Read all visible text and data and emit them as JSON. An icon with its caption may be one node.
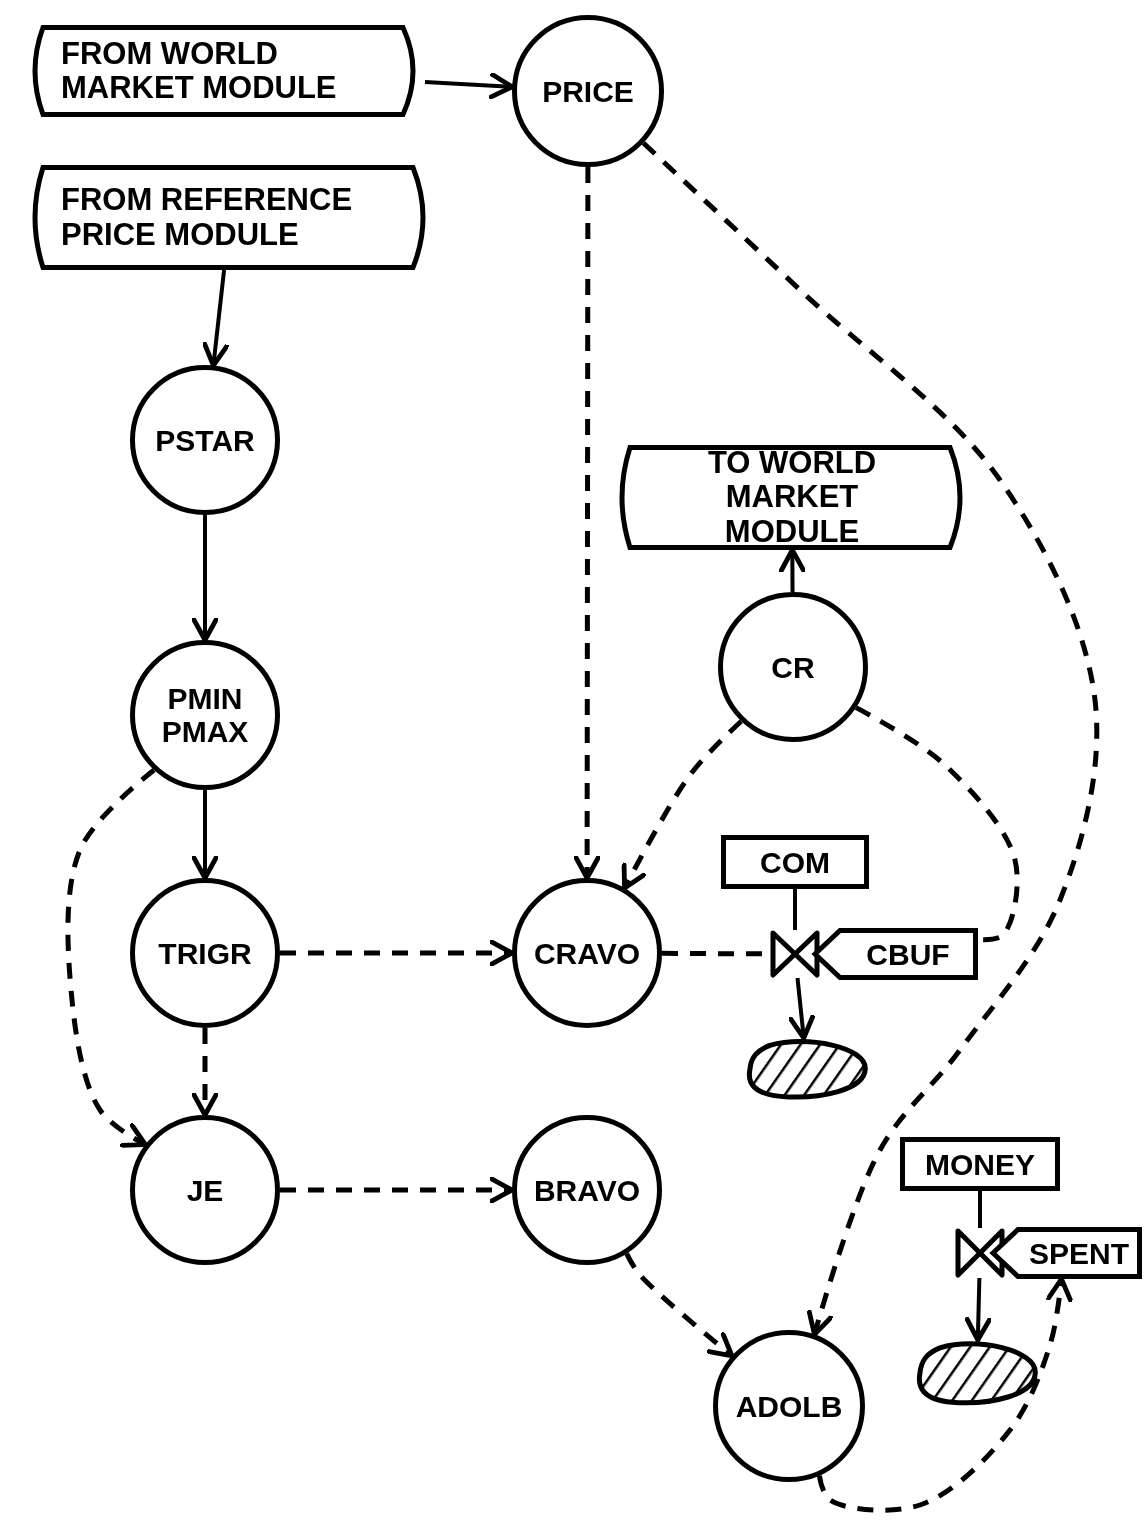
{
  "diagram": {
    "nodes": [
      {
        "text": [
          "FROM WORLD MARKET MODULE"
        ]
      },
      {
        "text": [
          "PRICE"
        ]
      },
      {
        "text": [
          "FROM REFERENCE PRICE MODULE"
        ]
      },
      {
        "text": [
          "PSTAR"
        ]
      },
      {
        "text": [
          "TO WORLD MARKET MODULE"
        ]
      },
      {
        "text": [
          "CR"
        ]
      },
      {
        "text": [
          "PMIN PMAX"
        ]
      },
      {
        "text": [
          "COM"
        ]
      },
      {
        "text": [
          "TRIGR"
        ]
      },
      {
        "text": [
          "CRAVO"
        ]
      },
      {
        "text": [],
        "shape": "valve"
      },
      {
        "text": [
          "CBUF"
        ]
      },
      {
        "text": [],
        "shape": "cloud"
      },
      {
        "text": [
          "JE"
        ]
      },
      {
        "text": [
          "BRAVO"
        ]
      },
      {
        "text": [
          "MONEY"
        ]
      },
      {
        "text": [],
        "shape": "valve"
      },
      {
        "text": [
          "SPENT"
        ]
      },
      {
        "text": [],
        "shape": "cloud"
      },
      {
        "text": [
          "ADOLB"
        ]
      }
    ],
    "edges": [
      {
        "from": 0,
        "to": 1,
        "arrow": "to"
      },
      {
        "from": 2,
        "to": 3,
        "arrow": "to"
      },
      {
        "from": 3,
        "to": 6,
        "arrow": "to"
      },
      {
        "from": 6,
        "to": 8,
        "arrow": "to"
      },
      {
        "from": 6,
        "to": 13,
        "arrow": "to",
        "style": "dashed"
      },
      {
        "from": 8,
        "to": 13,
        "arrow": "to",
        "style": "dashed"
      },
      {
        "from": 8,
        "to": 9,
        "arrow": "to",
        "style": "dashed"
      },
      {
        "from": 1,
        "to": 9,
        "arrow": "to",
        "style": "dashed"
      },
      {
        "from": 5,
        "to": 9,
        "arrow": "to",
        "style": "dashed"
      },
      {
        "from": 5,
        "to": 4,
        "arrow": "to"
      },
      {
        "from": 1,
        "to": 19,
        "arrow": "to",
        "style": "dashed"
      },
      {
        "from": 9,
        "to": 10,
        "arrow": "none",
        "style": "dashed"
      },
      {
        "from": 5,
        "to": 11,
        "arrow": "none",
        "style": "dashed"
      },
      {
        "from": 7,
        "to": 10,
        "arrow": "none"
      },
      {
        "from": 10,
        "to": 12,
        "arrow": "to"
      },
      {
        "from": 13,
        "to": 14,
        "arrow": "to",
        "style": "dashed"
      },
      {
        "from": 14,
        "to": 19,
        "arrow": "to",
        "style": "dashed"
      },
      {
        "from": 15,
        "to": 16,
        "arrow": "none"
      },
      {
        "from": 16,
        "to": 18,
        "arrow": "to"
      },
      {
        "from": 19,
        "to": 17,
        "arrow": "to",
        "style": "dashed"
      }
    ]
  }
}
